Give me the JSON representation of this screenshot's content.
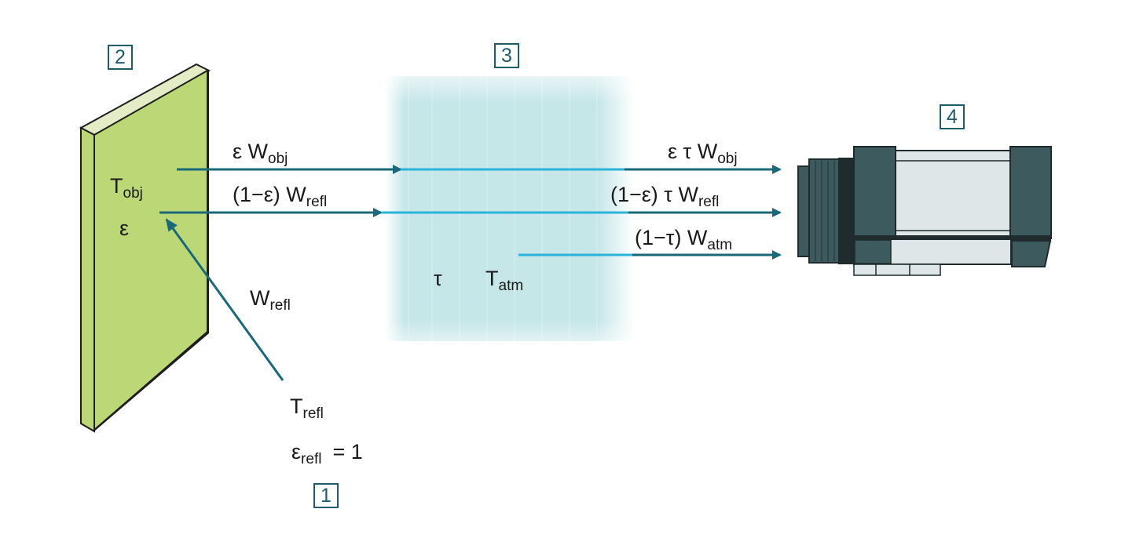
{
  "markers": {
    "m1": "1",
    "m2": "2",
    "m3": "3",
    "m4": "4"
  },
  "object": {
    "t_main": "T",
    "t_sub": "obj",
    "eps": "ε"
  },
  "beam_obj_in": {
    "pre": "ε W",
    "sub": "obj"
  },
  "beam_refl_in": {
    "pre": "(1−ε) W",
    "sub": "refl"
  },
  "beam_obj_out": {
    "pre": "ε τ W",
    "sub": "obj"
  },
  "beam_refl_out": {
    "pre": "(1−ε) τ W",
    "sub": "refl"
  },
  "beam_atm_out": {
    "pre": "(1−τ) W",
    "sub": "atm"
  },
  "incoming": {
    "pre": "W",
    "sub": "refl"
  },
  "atmosphere": {
    "tau": "τ",
    "t_main": "T",
    "t_sub": "atm"
  },
  "surroundings": {
    "t_main": "T",
    "t_sub": "refl",
    "e_main": "ε",
    "e_sub": "refl",
    "e_val": "= 1"
  },
  "colors": {
    "arrow": "#19697a",
    "beam_in_atm": "#2bb3d9",
    "object_face": "#bcd775",
    "object_edge": "#1e1e1e",
    "atmosphere": "#bfe3e6",
    "camera_dark": "#3d5a5e",
    "camera_light": "#dfe6e8"
  }
}
